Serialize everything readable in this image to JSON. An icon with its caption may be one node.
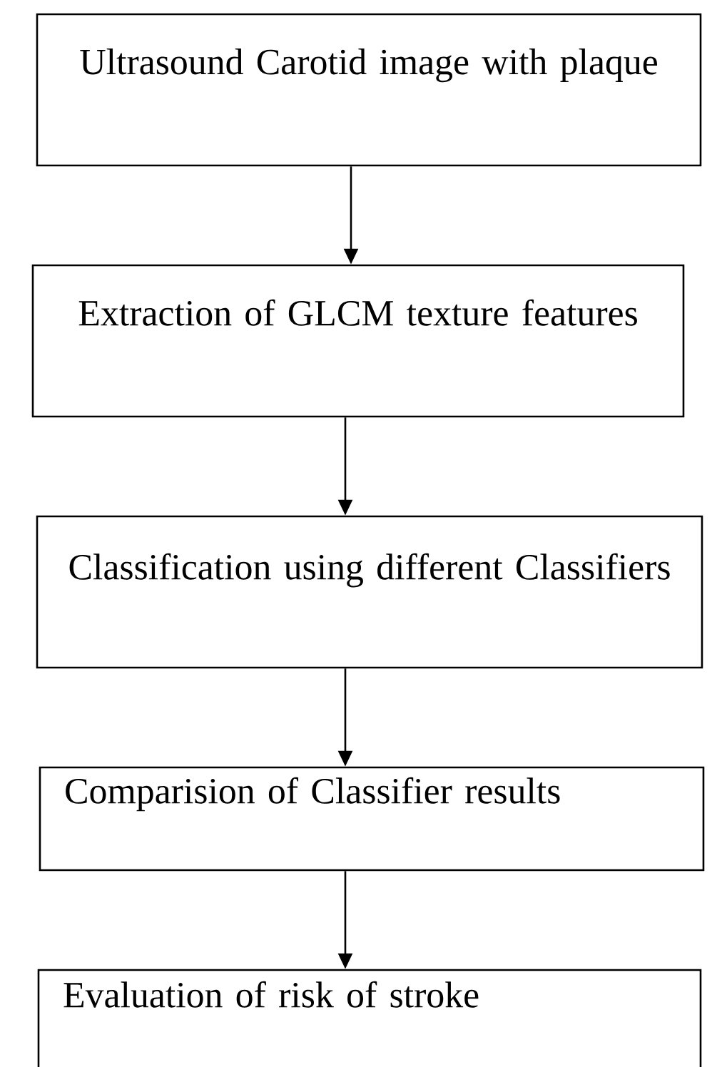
{
  "diagram": {
    "nodes": [
      {
        "text": [
          "Ultrasound Carotid image with plaque"
        ]
      },
      {
        "text": [
          "Extraction of GLCM texture features"
        ]
      },
      {
        "text": [
          "Classification using different Classifiers"
        ]
      },
      {
        "text": [
          "Comparision of Classifier results"
        ]
      },
      {
        "text": [
          "Evaluation of risk of stroke"
        ]
      }
    ],
    "edges": [
      {
        "from": 0,
        "to": 1,
        "arrow": "to"
      },
      {
        "from": 1,
        "to": 2,
        "arrow": "to"
      },
      {
        "from": 2,
        "to": 3,
        "arrow": "to"
      },
      {
        "from": 3,
        "to": 4,
        "arrow": "to"
      }
    ]
  }
}
